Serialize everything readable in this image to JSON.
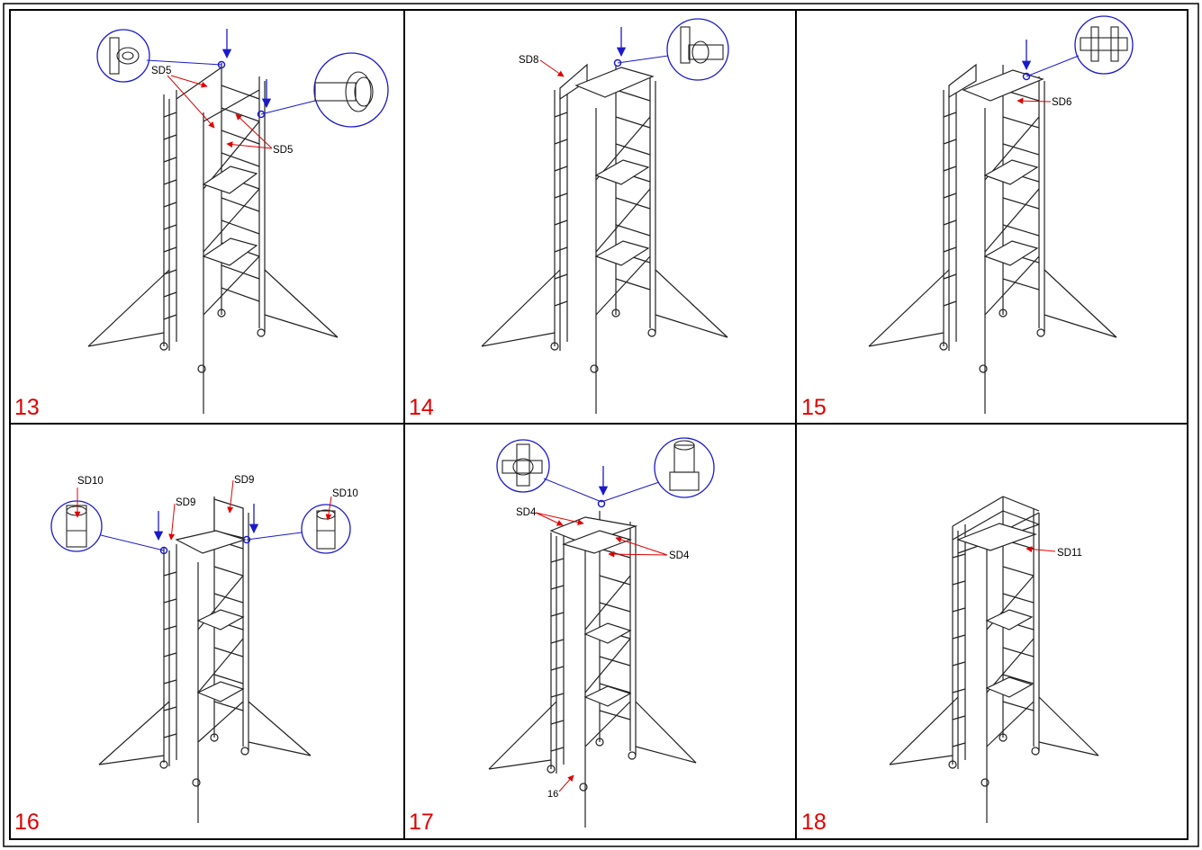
{
  "colors": {
    "frame": "#000000",
    "step_number": "#e00000",
    "callout_leader": "#e00000",
    "detail_ring": "#1a1acc",
    "arrow": "#1a1acc"
  },
  "panels": [
    {
      "step": "13",
      "callouts": [
        "SD5",
        "SD5"
      ],
      "details": 2
    },
    {
      "step": "14",
      "callouts": [
        "SD8"
      ],
      "details": 1
    },
    {
      "step": "15",
      "callouts": [
        "SD6"
      ],
      "details": 1
    },
    {
      "step": "16",
      "callouts": [
        "SD10",
        "SD9",
        "SD9",
        "SD10"
      ],
      "details": 2
    },
    {
      "step": "17",
      "callouts": [
        "SD4",
        "SD4",
        "16"
      ],
      "details": 2
    },
    {
      "step": "18",
      "callouts": [
        "SD11"
      ],
      "details": 0
    }
  ],
  "icons": [
    "tower-drawing",
    "detail-magnifier",
    "down-arrow",
    "leader-arrow"
  ]
}
